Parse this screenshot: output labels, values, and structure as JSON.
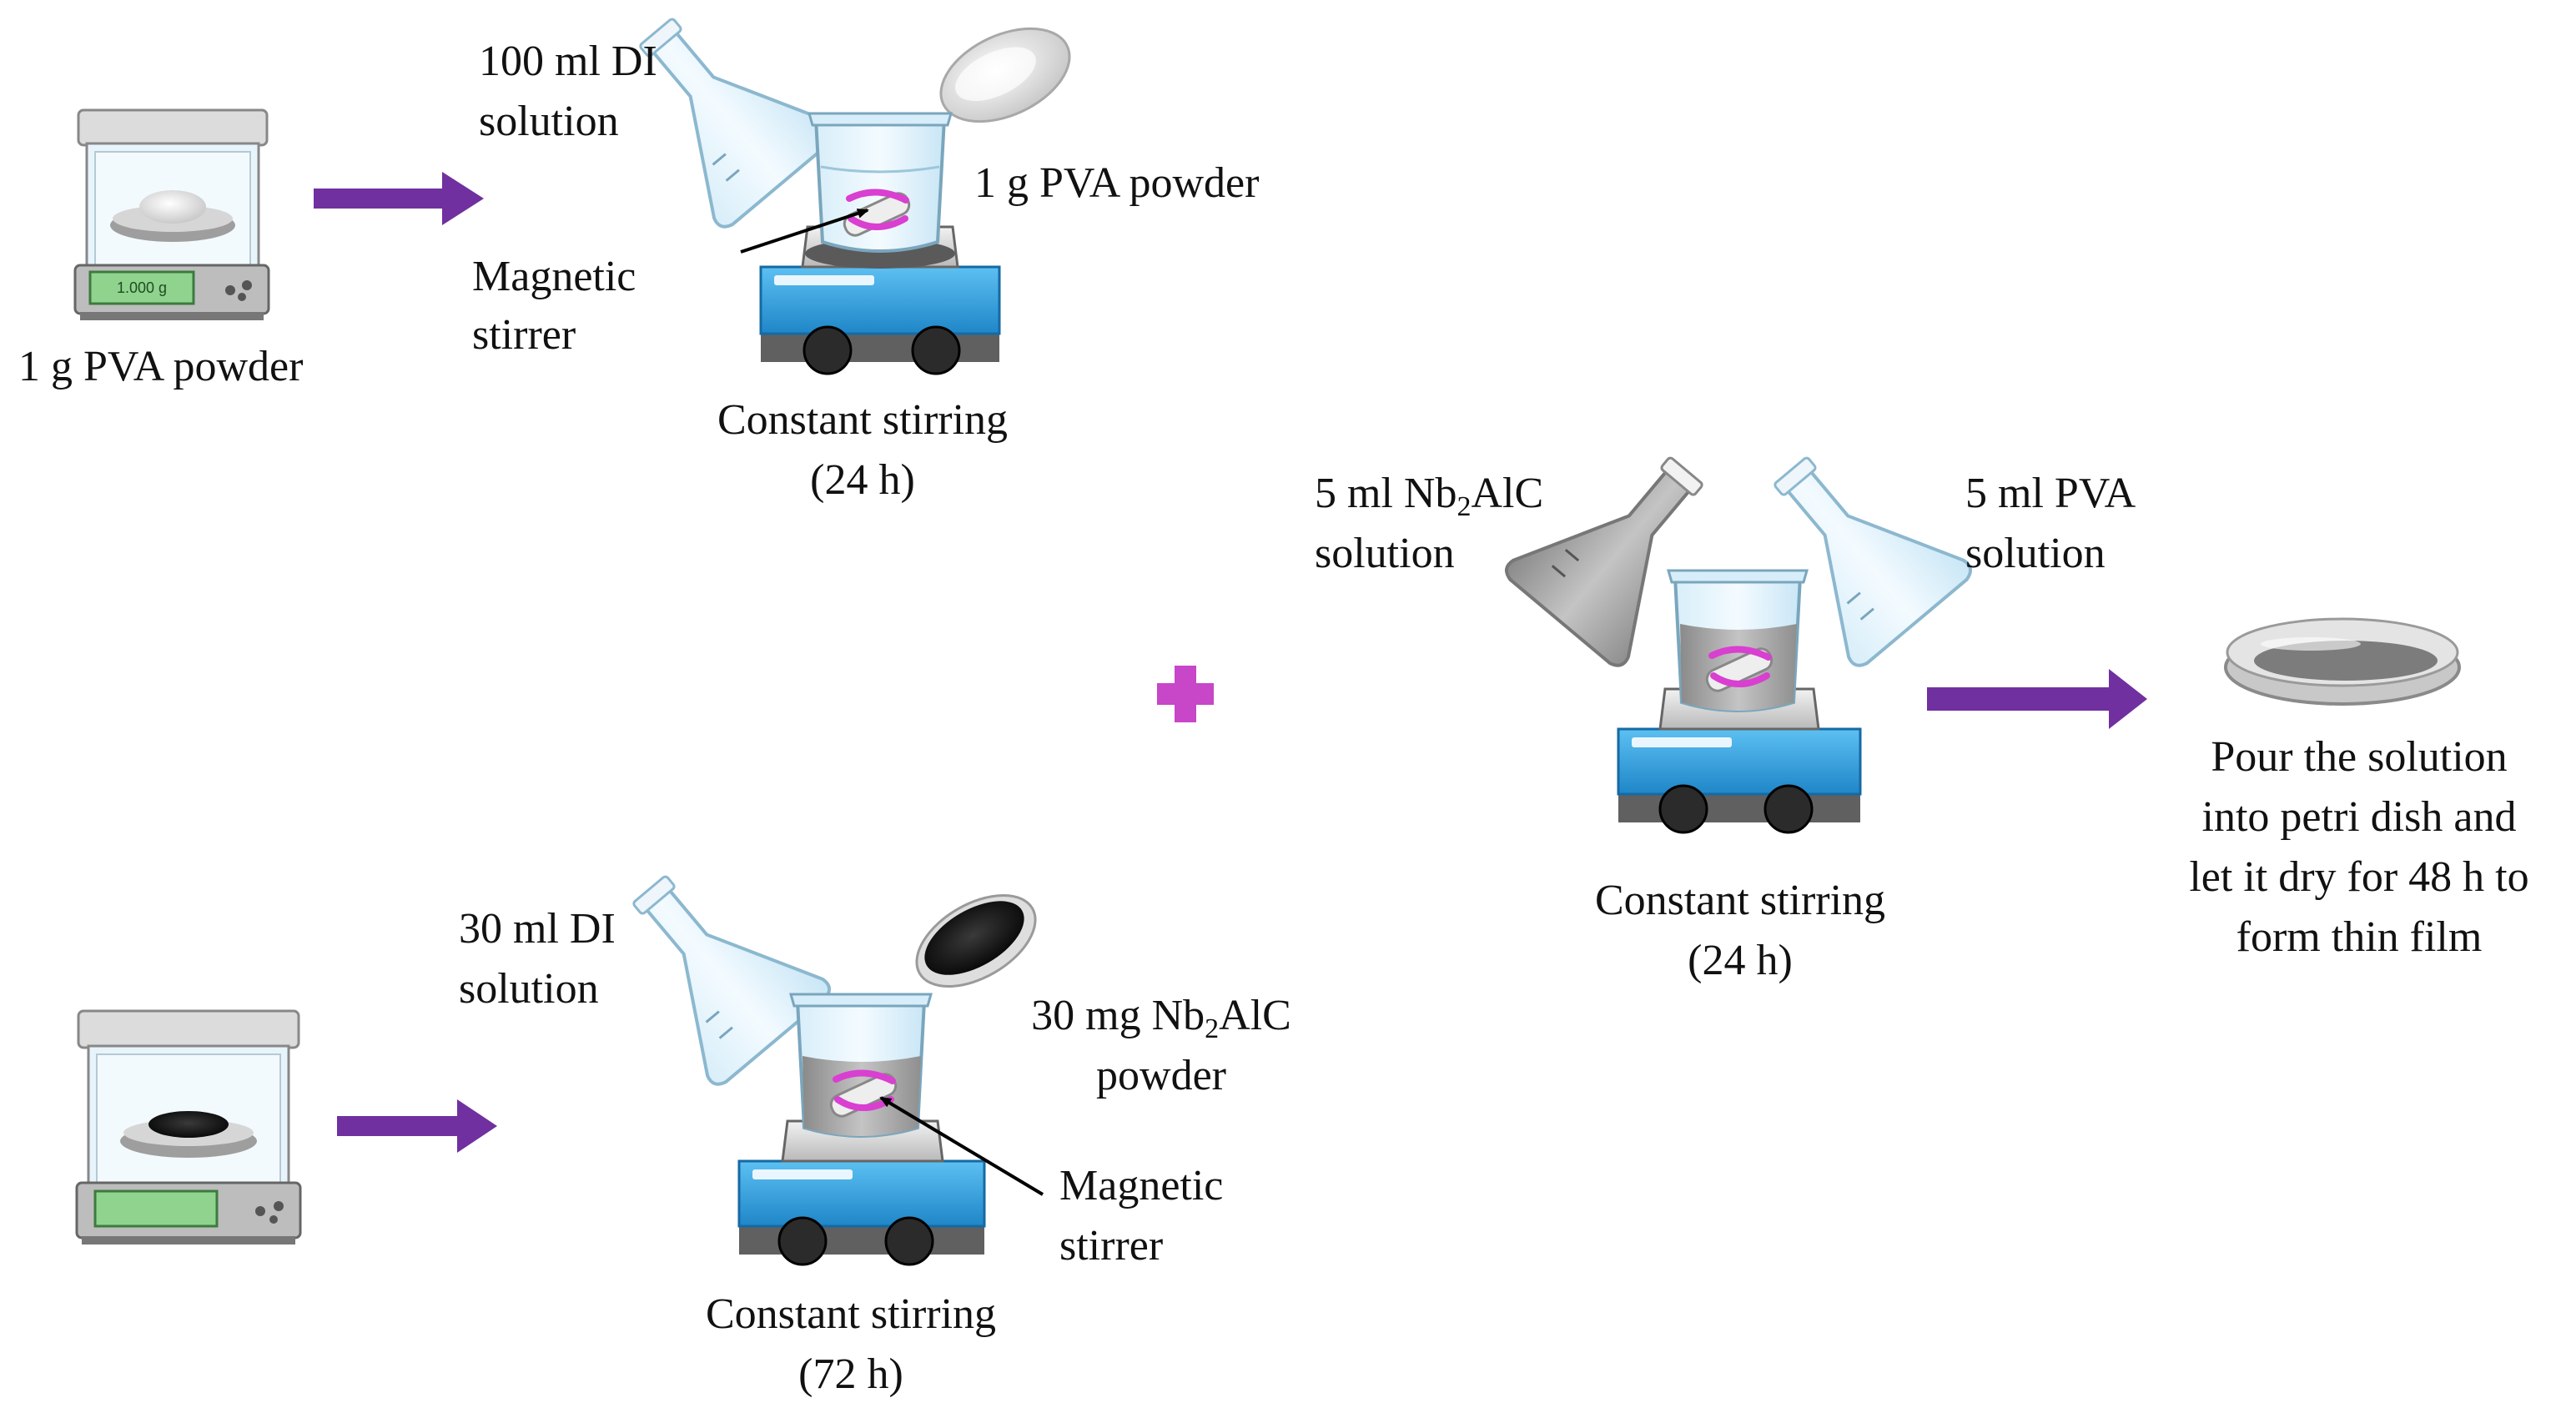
{
  "labels": {
    "top_balance": "1 g PVA powder",
    "top_water_1": "100 ml DI",
    "top_water_2": "solution",
    "top_powder": "1 g PVA powder",
    "top_stirrer_1": "Magnetic",
    "top_stirrer_2": "stirrer",
    "top_stirring_1": "Constant stirring",
    "top_stirring_2": "(24 h)",
    "bottom_water_1": "30 ml DI",
    "bottom_water_2": "solution",
    "bottom_powder_pre": "30 mg Nb",
    "bottom_powder_sub": "2",
    "bottom_powder_post": "AlC",
    "bottom_powder_2": "powder",
    "bottom_stirrer_1": "Magnetic",
    "bottom_stirrer_2": "stirrer",
    "bottom_stirring_1": "Constant stirring",
    "bottom_stirring_2": "(72 h)",
    "mix_nb_pre": "5 ml Nb",
    "mix_nb_sub": "2",
    "mix_nb_post": "AlC",
    "mix_nb_2": "solution",
    "mix_pva_1": "5 ml PVA",
    "mix_pva_2": "solution",
    "mix_stirring_1": "Constant stirring",
    "mix_stirring_2": "(24 h)",
    "final_1": "Pour the solution",
    "final_2": "into petri dish and",
    "final_3": "let it dry for 48 h to",
    "final_4": "form thin film"
  },
  "balance_display": "1.000 g",
  "colors": {
    "arrow": "#7030A0",
    "plus": "#C846C8",
    "plate_blue": "#2E9BD8",
    "stir_bar": "#D93FD0"
  }
}
